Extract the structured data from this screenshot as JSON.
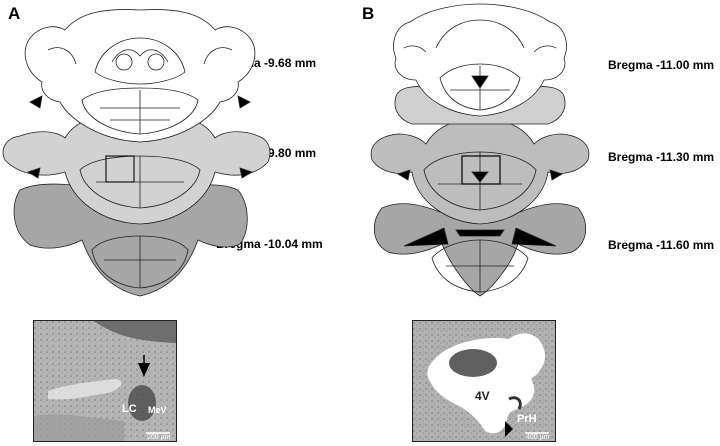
{
  "panels": {
    "a": {
      "letter": "A",
      "bregma": [
        "Bregma -9.68 mm",
        "Bregma -9.80 mm",
        "Bregma -10.04 mm"
      ],
      "micro": {
        "labels": [
          "LC",
          "MeV"
        ],
        "scale_bar": "200 µm"
      }
    },
    "b": {
      "letter": "B",
      "bregma": [
        "Bregma -11.00 mm",
        "Bregma -11.30 mm",
        "Bregma -11.60 mm"
      ],
      "micro": {
        "labels": [
          "4V",
          "PrH"
        ],
        "scale_bar": "400 µm"
      }
    }
  },
  "colors": {
    "outline": "#222222",
    "section_white": "#ffffff",
    "section_light": "#d2d2d2",
    "section_mid": "#bdbdbd",
    "section_dark": "#a6a6a6",
    "micro_bg": "#bcbcbc",
    "micro_dark": "#555555"
  }
}
